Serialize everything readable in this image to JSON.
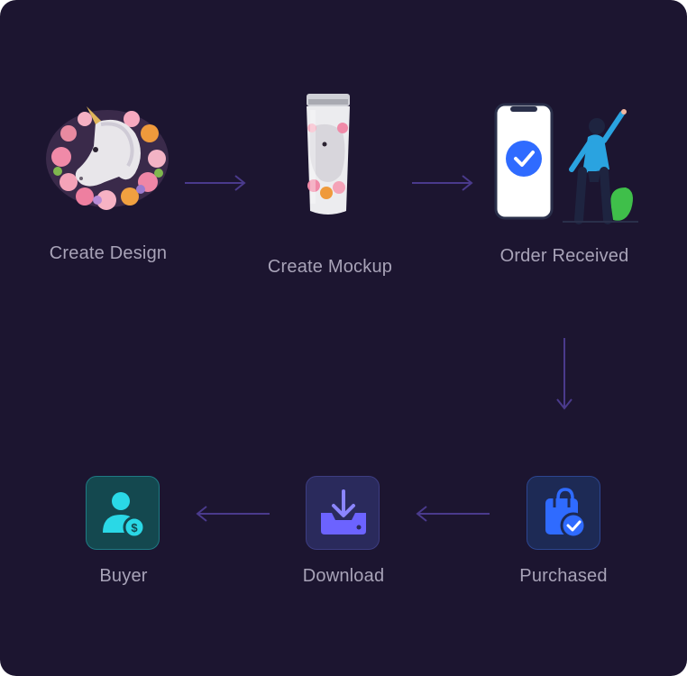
{
  "steps": [
    {
      "label": "Create Design",
      "icon": "unicorn-floral-design-icon"
    },
    {
      "label": "Create Mockup",
      "icon": "tumbler-mockup-icon"
    },
    {
      "label": "Order Received",
      "icon": "phone-checkmark-person-icon"
    },
    {
      "label": "Purchased",
      "icon": "shopping-bag-check-icon"
    },
    {
      "label": "Download",
      "icon": "download-tray-icon"
    },
    {
      "label": "Buyer",
      "icon": "user-coin-icon"
    }
  ],
  "colors": {
    "background": "#1c1530",
    "label": "#a8a3b8",
    "arrow": "#4a3a8c",
    "accent_blue": "#2f6bff",
    "buyer_teal": "#2ad8e6",
    "download_purple": "#6c63ff"
  }
}
